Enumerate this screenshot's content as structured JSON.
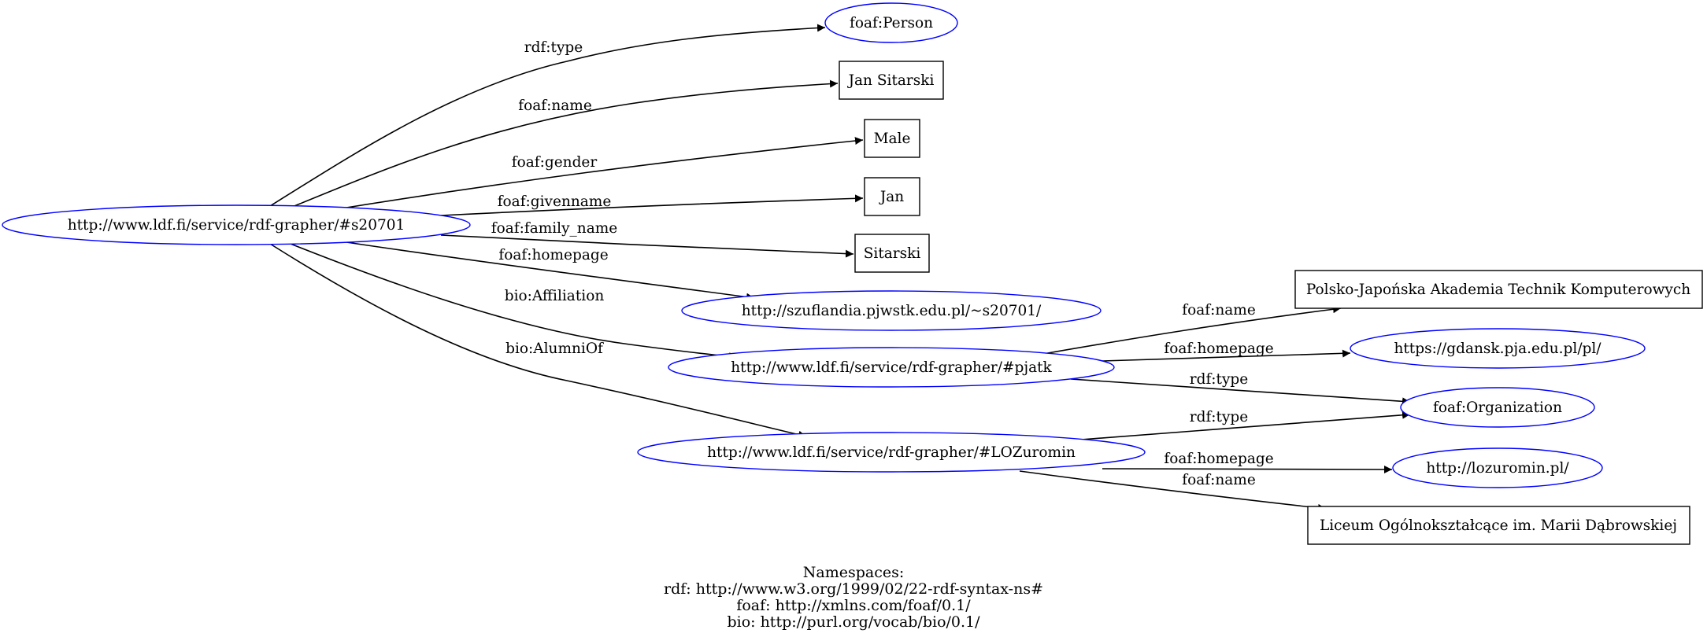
{
  "nodes": {
    "s20701": "http://www.ldf.fi/service/rdf-grapher/#s20701",
    "person": "foaf:Person",
    "jan_sitarski": "Jan Sitarski",
    "male": "Male",
    "jan": "Jan",
    "sitarski": "Sitarski",
    "szuflandia": "http://szuflandia.pjwstk.edu.pl/~s20701/",
    "pjatk": "http://www.ldf.fi/service/rdf-grapher/#pjatk",
    "lozuromin": "http://www.ldf.fi/service/rdf-grapher/#LOZuromin",
    "pjatk_name": "Polsko-Japońska Akademia Technik Komputerowych",
    "pja_homepage": "https://gdansk.pja.edu.pl/pl/",
    "organization": "foaf:Organization",
    "lozuromin_homepage": "http://lozuromin.pl/",
    "liceum_name": "Liceum Ogólnokształcące im. Marii Dąbrowskiej"
  },
  "edges": {
    "s_type": "rdf:type",
    "s_name": "foaf:name",
    "s_gender": "foaf:gender",
    "s_givenname": "foaf:givenname",
    "s_family_name": "foaf:family_name",
    "s_homepage": "foaf:homepage",
    "s_affiliation": "bio:Affiliation",
    "s_alumni": "bio:AlumniOf",
    "p_name": "foaf:name",
    "p_homepage": "foaf:homepage",
    "p_type": "rdf:type",
    "l_type": "rdf:type",
    "l_homepage": "foaf:homepage",
    "l_name": "foaf:name"
  },
  "namespaces": {
    "heading": "Namespaces:",
    "rdf": "rdf: http://www.w3.org/1999/02/22-rdf-syntax-ns#",
    "foaf": "foaf: http://xmlns.com/foaf/0.1/",
    "bio": "bio: http://purl.org/vocab/bio/0.1/"
  },
  "colors": {
    "resource_outline": "#0000ff",
    "literal_outline": "#000000",
    "edge": "#000000"
  }
}
